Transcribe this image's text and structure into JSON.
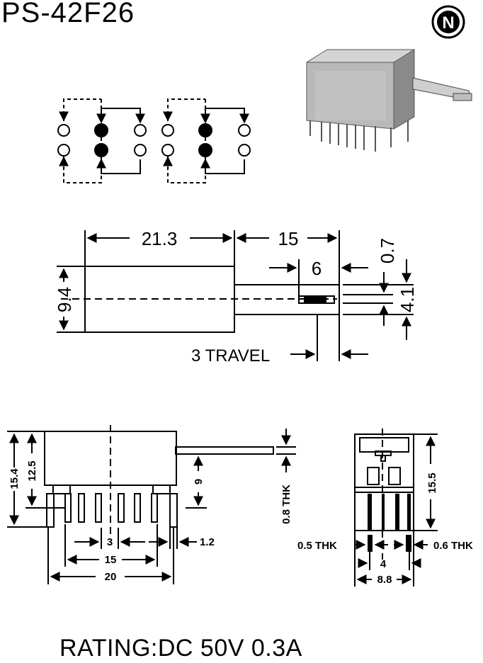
{
  "title": "PS-42F26",
  "logo_letter": "N",
  "rating": "RATING:DC 50V 0.3A",
  "side_view": {
    "length": "21.3",
    "actuator_length": "15",
    "actuator_tip": "6",
    "gap": "0.7",
    "height": "9.4",
    "shaft_height": "4.1",
    "travel": "3 TRAVEL"
  },
  "front_view": {
    "total_height": "15.4",
    "body_height": "12.5",
    "pin_pitch": "3",
    "pin_span": "15",
    "width": "20",
    "pin_width": "1.2",
    "lever_height": "9",
    "lever_thickness": "0.8 THK"
  },
  "end_view": {
    "height": "15.5",
    "pin_thk_left": "0.5 THK",
    "pin_thk_right": "0.6 THK",
    "pitch": "4",
    "width": "8.8"
  }
}
